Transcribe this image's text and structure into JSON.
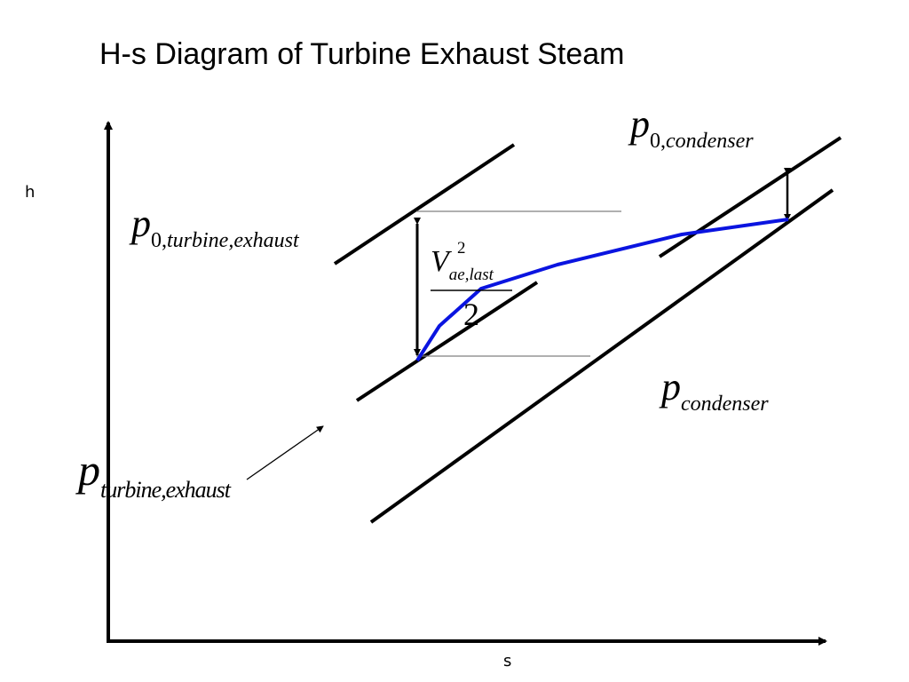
{
  "title": "H-s Diagram of Turbine Exhaust Steam",
  "axes": {
    "y_label": "h",
    "x_label": "s"
  },
  "labels": {
    "p0_condenser": {
      "symbol": "p",
      "subscript": "0,condenser",
      "sub_upright": "0,",
      "sub_italic": "condenser"
    },
    "p0_turbine_exhaust": {
      "symbol": "p",
      "subscript": "0,turbine,exhaust",
      "sub_upright": "0,",
      "sub_italic": "turbine,exhaust"
    },
    "p_condenser": {
      "symbol": "p",
      "subscript": "condenser"
    },
    "p_turbine_exhaust": {
      "symbol": "p",
      "subscript": "turbine,exhaust"
    },
    "velocity_head": {
      "numerator_symbol": "V",
      "numerator_subscript": "ae,last",
      "numerator_superscript": "2",
      "denominator": "2"
    }
  },
  "colors": {
    "lines": "#000000",
    "process_path": "#0a14e0",
    "enthalpy_guides": "#808080"
  }
}
